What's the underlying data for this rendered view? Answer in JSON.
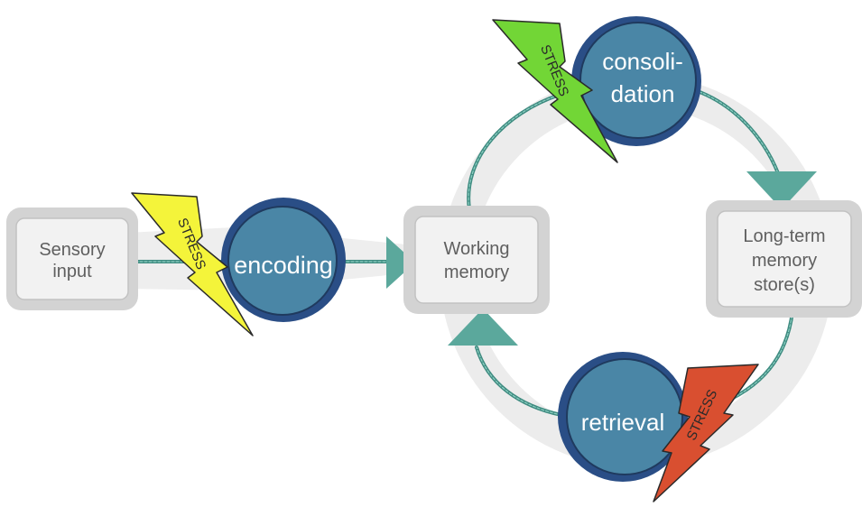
{
  "boxes": {
    "sensory": [
      "Sensory",
      "input"
    ],
    "working": [
      "Working",
      "memory"
    ],
    "longterm": [
      "Long-term",
      "memory",
      "store(s)"
    ]
  },
  "processes": {
    "encoding": [
      "encoding"
    ],
    "consolidation": [
      "consoli-",
      "dation"
    ],
    "retrieval": [
      "retrieval"
    ]
  },
  "stress_label": "STRESS",
  "colors": {
    "process_fill": "#4a86a6",
    "process_shadow": "#2a4e86",
    "arrow": "#5ba89c",
    "box_fill": "#f2f2f2",
    "box_frame": "#d0d0d0",
    "ring": "#ececec",
    "stress_encoding": "#f4f43a",
    "stress_consolidation": "#72d636",
    "stress_retrieval": "#d94f30"
  }
}
